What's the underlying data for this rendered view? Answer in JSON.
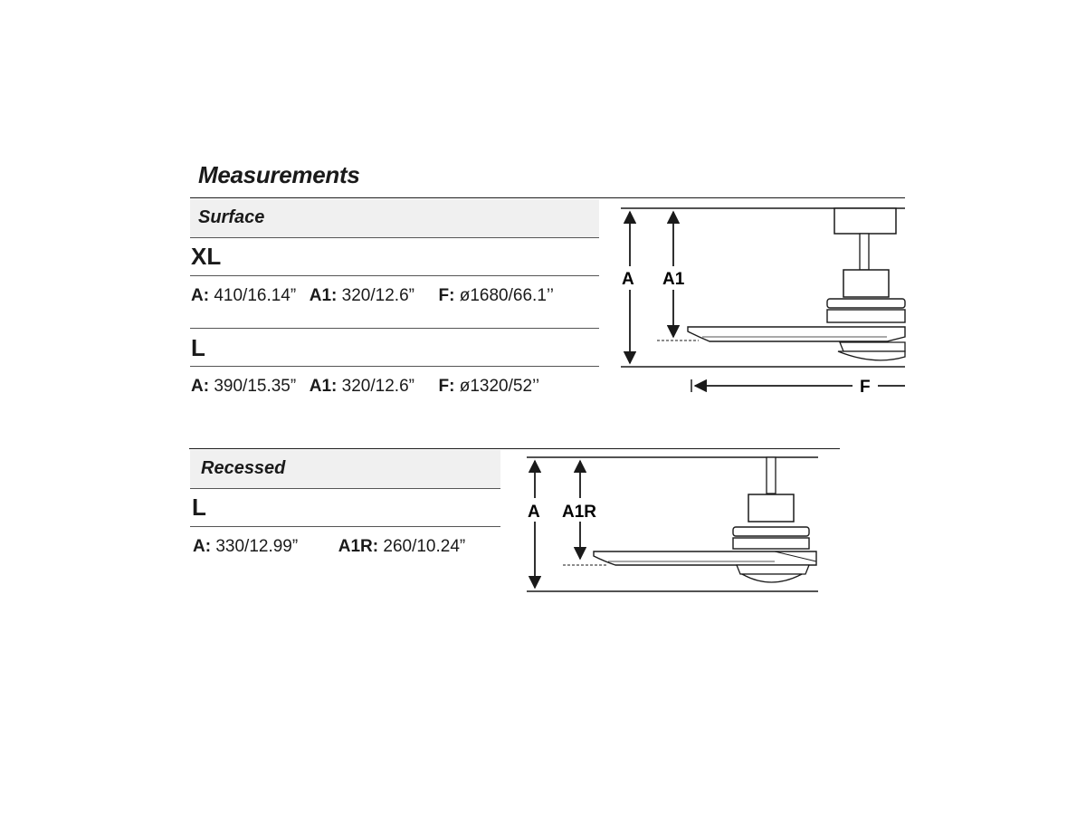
{
  "title": "Measurements",
  "surface": {
    "label": "Surface",
    "xl": {
      "size": "XL",
      "a_key": "A:",
      "a_val": "410/16.14”",
      "a1_key": "A1:",
      "a1_val": "320/12.6”",
      "f_key": "F:",
      "f_val": "ø1680/66.1’’"
    },
    "l": {
      "size": "L",
      "a_key": "A:",
      "a_val": "390/15.35”",
      "a1_key": "A1:",
      "a1_val": "320/12.6”",
      "f_key": "F:",
      "f_val": "ø1320/52’’"
    },
    "diagram": {
      "label_a": "A",
      "label_a1": "A1",
      "label_f": "F"
    }
  },
  "recessed": {
    "label": "Recessed",
    "l": {
      "size": "L",
      "a_key": "A:",
      "a_val": "330/12.99”",
      "a1r_key": "A1R:",
      "a1r_val": "260/10.24”"
    },
    "diagram": {
      "label_a": "A",
      "label_a1r": "A1R"
    }
  }
}
